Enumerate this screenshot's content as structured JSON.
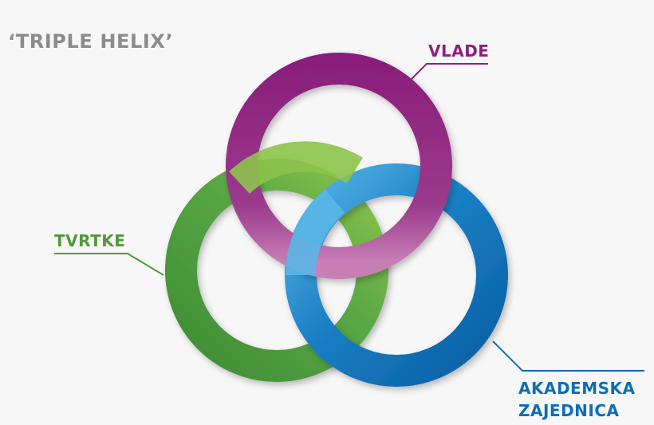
{
  "title": "‘TRIPLE HELIX’",
  "labels": {
    "vlade": "VLADE",
    "tvrtke": "TVRTKE",
    "akademska_line1": "AKADEMSKA",
    "akademska_line2": "ZAJEDNICA"
  },
  "colors": {
    "purple": "#8e1f7e",
    "green": "#4f9a3c",
    "blue": "#0e6eb5",
    "title_gray": "#8c8c8c"
  }
}
